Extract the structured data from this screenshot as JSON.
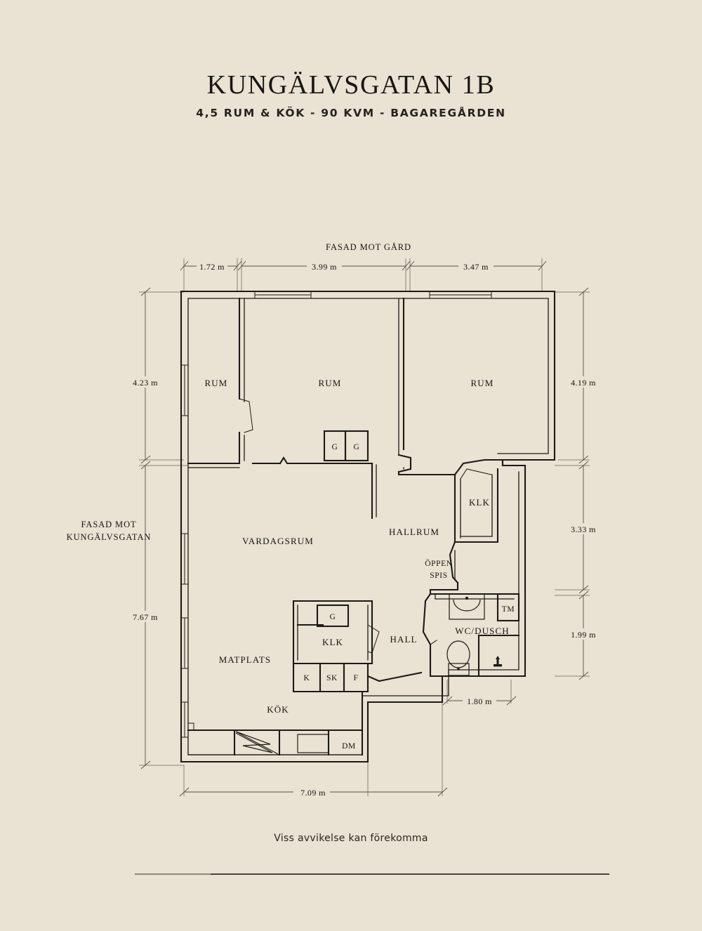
{
  "header": {
    "title": "KUNGÄLVSGATAN 1B",
    "subtitle": "4,5 RUM & KÖK  -  90 KVM  -  BAGAREGÅRDEN"
  },
  "footer": {
    "note": "Viss avvikelse kan förekomma"
  },
  "facades": {
    "top": "FASAD MOT GÅRD",
    "left_line1": "FASAD MOT",
    "left_line2": "KUNGÄLVSGATAN"
  },
  "dimensions": {
    "top": [
      "1.72 m",
      "3.99 m",
      "3.47 m"
    ],
    "left": [
      "4.23 m",
      "7.67 m"
    ],
    "right": [
      "4.19 m",
      "3.33 m",
      "1.99 m"
    ],
    "bottom": [
      "7.09 m"
    ],
    "bath_width": "1.80 m"
  },
  "rooms": [
    {
      "label": "RUM",
      "name": "room-rum-left"
    },
    {
      "label": "RUM",
      "name": "room-rum-center"
    },
    {
      "label": "RUM",
      "name": "room-rum-right"
    },
    {
      "label": "VARDAGSRUM",
      "name": "room-vardagsrum"
    },
    {
      "label": "HALLRUM",
      "name": "room-hallrum"
    },
    {
      "label": "MATPLATS",
      "name": "room-matplats"
    },
    {
      "label": "KÖK",
      "name": "room-kok"
    },
    {
      "label": "HALL",
      "name": "room-hall"
    },
    {
      "label": "WC/DUSCH",
      "name": "room-wc-dusch"
    },
    {
      "label": "KLK",
      "name": "closet-klk-hall"
    },
    {
      "label": "KLK",
      "name": "closet-klk-kitchen"
    }
  ],
  "fixtures": [
    {
      "label": "G",
      "name": "wardrobe-g1"
    },
    {
      "label": "G",
      "name": "wardrobe-g2"
    },
    {
      "label": "G",
      "name": "wardrobe-g3"
    },
    {
      "label": "K",
      "name": "appliance-k"
    },
    {
      "label": "SK",
      "name": "appliance-sk"
    },
    {
      "label": "F",
      "name": "appliance-f"
    },
    {
      "label": "DM",
      "name": "appliance-dm"
    },
    {
      "label": "TM",
      "name": "appliance-tm"
    },
    {
      "label": "ÖPPEN",
      "name": "fireplace-line1"
    },
    {
      "label": "SPIS",
      "name": "fireplace-line2"
    }
  ],
  "colors": {
    "background": "#eae2d2",
    "ink": "#1d1a16",
    "dimension": "#55504a"
  },
  "chart_data": {
    "type": "table",
    "title": "KUNGÄLVSGATAN 1B floor plan",
    "rooms": [
      "RUM",
      "RUM",
      "RUM",
      "VARDAGSRUM",
      "HALLRUM",
      "MATPLATS",
      "KÖK",
      "HALL",
      "WC/DUSCH",
      "KLK",
      "KLK"
    ],
    "measurements_m": {
      "top": [
        1.72,
        3.99,
        3.47
      ],
      "left": [
        4.23,
        7.67
      ],
      "right": [
        4.19,
        3.33,
        1.99
      ],
      "bottom": [
        7.09
      ],
      "bath_width": 1.8
    },
    "area_kvm": 90,
    "rooms_count": "4,5 rum & kök"
  }
}
